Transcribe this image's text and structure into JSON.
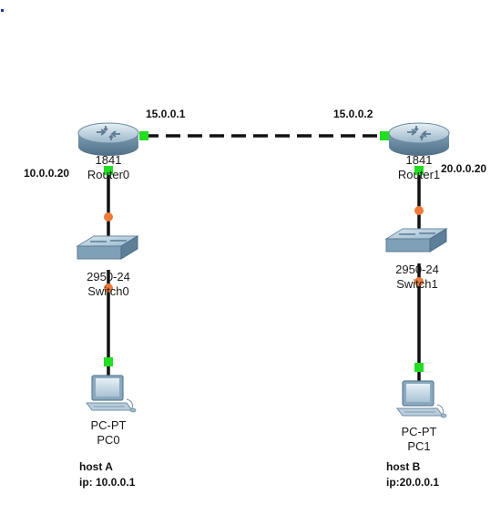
{
  "devices": {
    "router0": {
      "model": "1841",
      "name": "Router0",
      "ip_lan": "10.0.0.20",
      "ip_wan": "15.0.0.1"
    },
    "router1": {
      "model": "1841",
      "name": "Router1",
      "ip_lan": "20.0.0.20",
      "ip_wan": "15.0.0.2"
    },
    "switch0": {
      "model": "2950-24",
      "name": "Switch0"
    },
    "switch1": {
      "model": "2950-24",
      "name": "Switch1"
    },
    "pc0": {
      "model": "PC-PT",
      "name": "PC0"
    },
    "pc1": {
      "model": "PC-PT",
      "name": "PC1"
    }
  },
  "hosts": {
    "a": {
      "title": "host A",
      "ip": "ip: 10.0.0.1"
    },
    "b": {
      "title": "host B",
      "ip": "ip:20.0.0.1"
    }
  },
  "colors": {
    "link_up": "#22dd22",
    "link_pending": "#f07a3a",
    "cable": "#111111"
  },
  "icons": {
    "router": "router-icon",
    "switch": "switch-icon",
    "pc": "pc-icon"
  }
}
